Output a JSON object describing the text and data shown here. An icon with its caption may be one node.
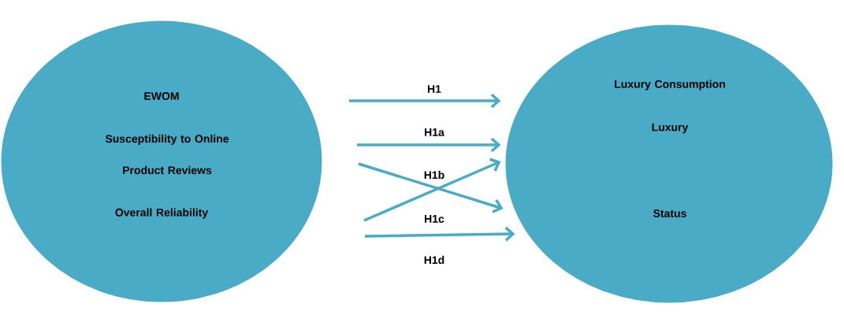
{
  "diagram": {
    "nodes": [
      {
        "text": [
          "EWOM",
          "Susceptibility to Online Product Reviews",
          "Overall Reliability"
        ]
      },
      {
        "text": [
          "Luxury Consumption",
          "Luxury",
          "Status"
        ]
      }
    ],
    "edges": [
      {
        "from": null,
        "to": 1,
        "arrow": "to",
        "label": "H1"
      },
      {
        "from": null,
        "to": 1,
        "arrow": "to",
        "label": "H1a"
      },
      {
        "from": null,
        "to": 1,
        "arrow": "to",
        "label": "H1b"
      },
      {
        "from": null,
        "to": 1,
        "arrow": "to",
        "label": "H1c"
      },
      {
        "from": null,
        "to": 1,
        "arrow": "to",
        "label": "H1d"
      }
    ]
  }
}
